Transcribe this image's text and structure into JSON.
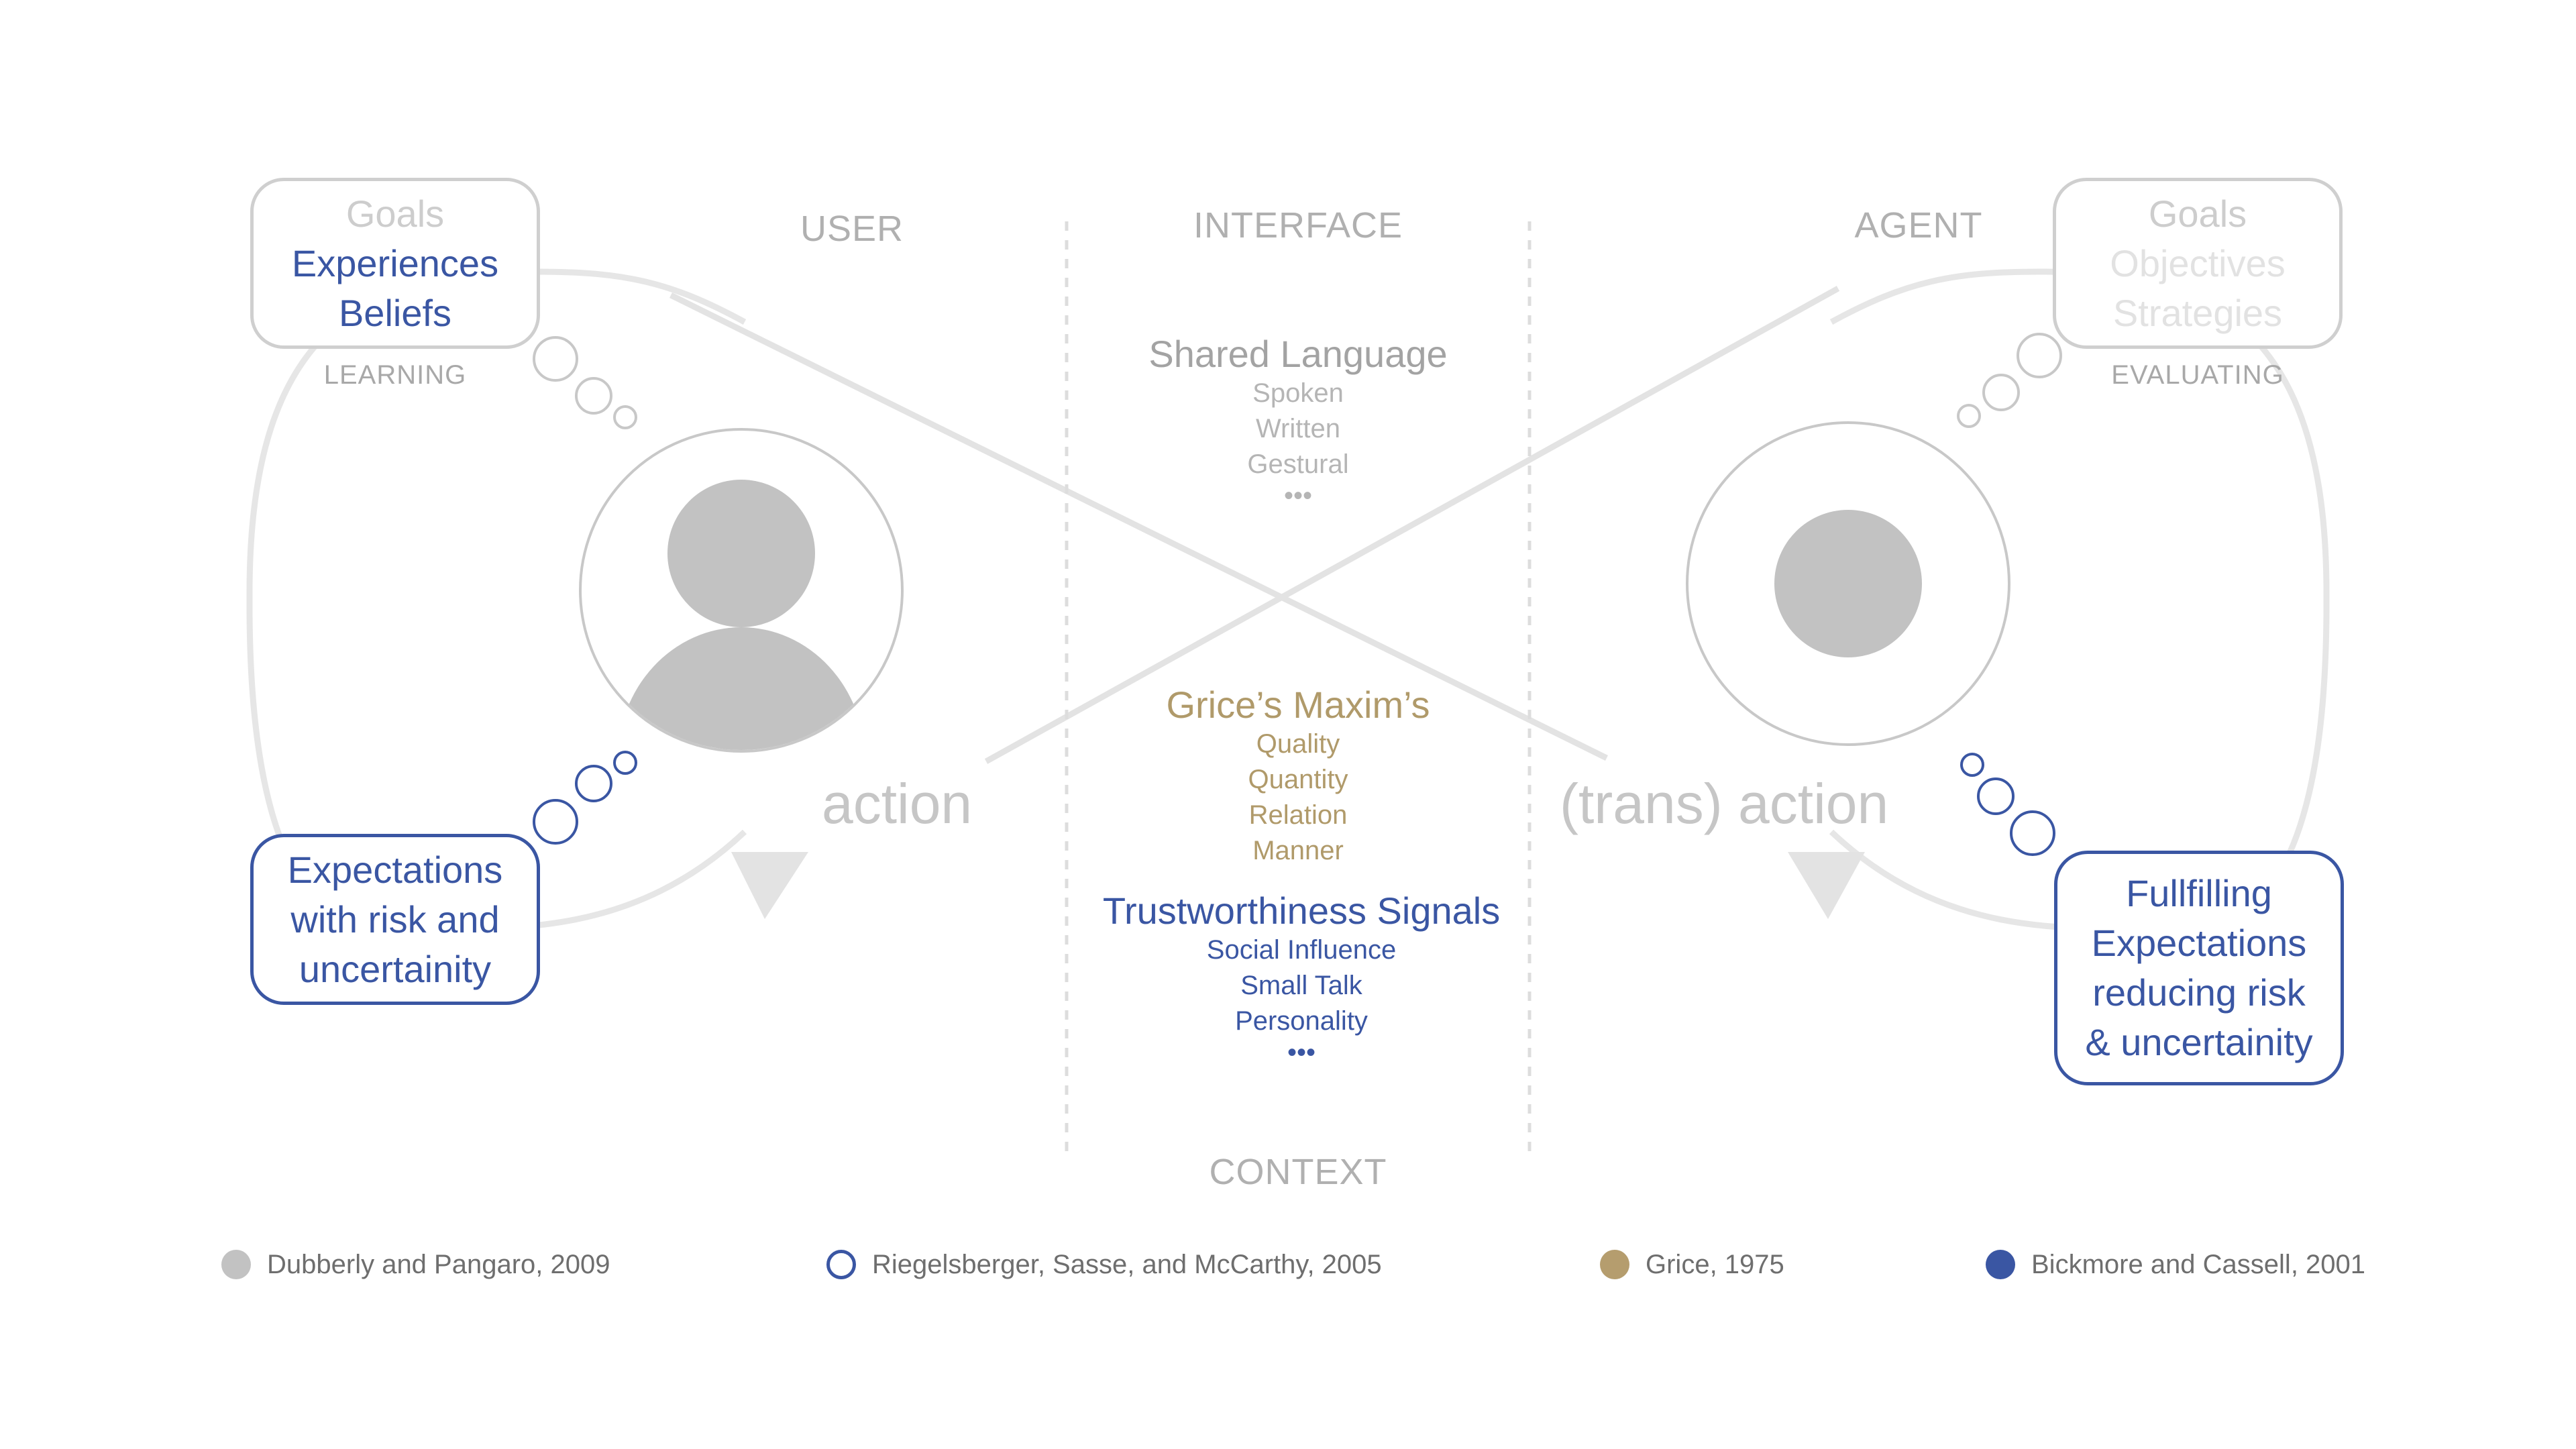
{
  "columns": {
    "user": "USER",
    "interface": "INTERFACE",
    "agent": "AGENT",
    "context": "CONTEXT"
  },
  "user_box": {
    "lines": [
      "Goals",
      "Experiences",
      "Beliefs"
    ],
    "phase": "LEARNING"
  },
  "agent_box": {
    "lines": [
      "Goals",
      "Objectives",
      "Strategies"
    ],
    "phase": "EVALUATING"
  },
  "user_expectations": {
    "lines": [
      "Expectations",
      "with risk and",
      "uncertainity"
    ]
  },
  "agent_fulfilling": {
    "lines": [
      "Fullfilling",
      "Expectations",
      "reducing risk",
      "& uncertainity"
    ]
  },
  "labels": {
    "user_action": "action",
    "agent_action": "(trans) action"
  },
  "shared_language": {
    "title": "Shared Language",
    "items": [
      "Spoken",
      "Written",
      "Gestural",
      "•••"
    ]
  },
  "grices_maxims": {
    "title": "Grice’s Maxim’s",
    "items": [
      "Quality",
      "Quantity",
      "Relation",
      "Manner"
    ]
  },
  "trust_signals": {
    "title": "Trustworthiness Signals",
    "items": [
      "Social Influence",
      "Small Talk",
      "Personality",
      "•••"
    ]
  },
  "legend": [
    {
      "text": "Dubberly and Pangaro, 2009",
      "style": "filled",
      "color": "#c2c2c2"
    },
    {
      "text": "Riegelsberger, Sasse, and McCarthy, 2005",
      "style": "outline",
      "color": "#3a56a3"
    },
    {
      "text": "Grice, 1975",
      "style": "filled",
      "color": "#b59d6e"
    },
    {
      "text": "Bickmore and Cassell, 2001",
      "style": "filled",
      "color": "#3a56a3"
    }
  ],
  "colors": {
    "loop": "#e6e6e6",
    "person": "#c2c2c2",
    "ring": "#c8c8c8",
    "divider": "#dddddd",
    "gold": "#b09a6a",
    "blue": "#3a56a3"
  }
}
